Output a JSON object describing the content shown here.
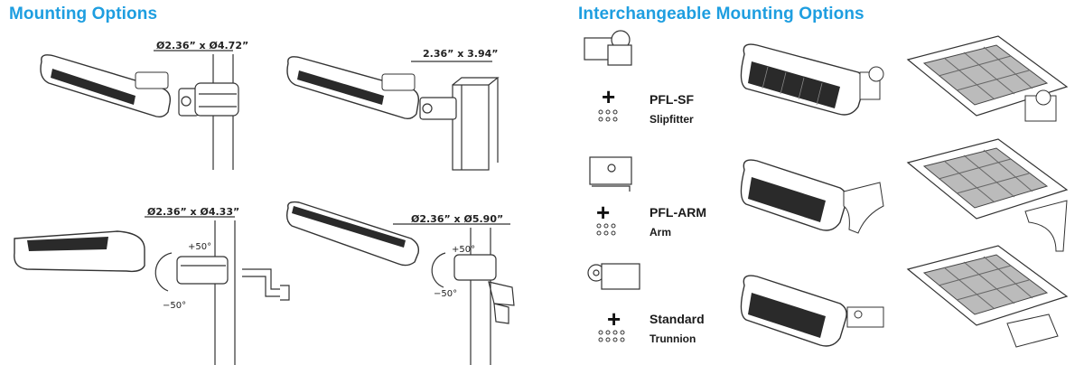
{
  "headings": {
    "left": "Mounting Options",
    "right": "Interchangeable Mounting Options"
  },
  "dimensions": {
    "pole_top_left": "Ø2.36” x Ø4.72”",
    "square_top_right": "2.36” x 3.94”",
    "pole_bottom_left": "Ø2.36” x Ø4.33”",
    "pole_bottom_right": "Ø2.36” x Ø5.90”"
  },
  "angles": {
    "bl_up": "+50°",
    "bl_down": "−50°",
    "br_up": "+50°",
    "br_down": "−50°"
  },
  "options": [
    {
      "code": "PFL-SF",
      "name": "Slipfitter"
    },
    {
      "code": "PFL-ARM",
      "name": "Arm"
    },
    {
      "code": "Standard",
      "name": "Trunnion"
    }
  ],
  "plus_symbol": "+",
  "colors": {
    "heading": "#1e9ee0",
    "line": "#333333",
    "fixture_dark": "#2a2a2a"
  }
}
